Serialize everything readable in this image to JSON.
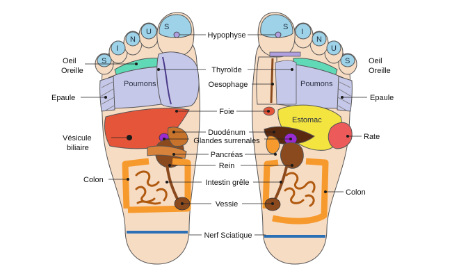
{
  "toe_letters": [
    "S",
    "I",
    "N",
    "U",
    "S"
  ],
  "inner_labels": {
    "lungs_left": "Poumons",
    "lungs_right": "Poumons",
    "stomach": "Estomac"
  },
  "labels": {
    "hypophyse": "Hypophyse",
    "oeil": "Oeil",
    "oreille": "Oreille",
    "thyroide": "Thyroïde",
    "oesophage": "Oesophage",
    "epaule": "Epaule",
    "foie": "Foie",
    "vesicule_1": "Vésicule",
    "vesicule_2": "biliaire",
    "duodenum": "Duodénum",
    "glandes": "Glandes surrenales",
    "rate": "Rate",
    "pancreas": "Pancréas",
    "rein": "Rein",
    "colon": "Colon",
    "intestin": "Intestin grêle",
    "vessie": "Vessie",
    "nerf": "Nerf Sciatique"
  },
  "colors": {
    "skin": "#f7dcc4",
    "toe_tip": "#9dd2e8",
    "lungs": "#c6c8ea",
    "liver": "#e5553a",
    "stomach": "#f3e43f",
    "spleen": "#ec5a5a",
    "kidney": "#8a4a1e",
    "adrenal": "#9a2bd0",
    "colon": "#f79a2e",
    "sciatic": "#2b6fb5",
    "eye_band": "#5fd9b6"
  }
}
